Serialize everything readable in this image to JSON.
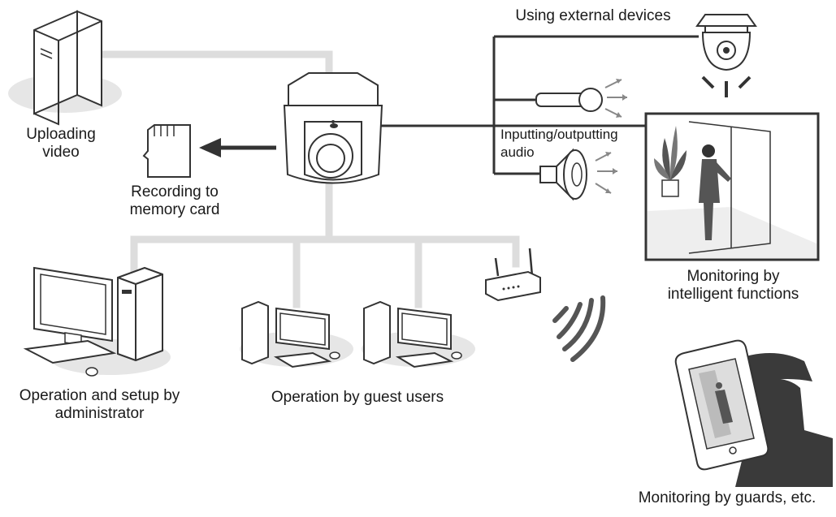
{
  "labels": {
    "uploading_line1": "Uploading",
    "uploading_line2": "video",
    "recording_line1": "Recording to",
    "recording_line2": "memory card",
    "external_devices": "Using external devices",
    "audio_line1": "Inputting/outputting",
    "audio_line2": "audio",
    "intelligent_line1": "Monitoring by",
    "intelligent_line2": "intelligent functions",
    "admin_line1": "Operation and setup by",
    "admin_line2": "administrator",
    "guest_users": "Operation by guest users",
    "guards": "Monitoring by guards, etc."
  },
  "colors": {
    "network_line": "#dddddd",
    "device_line": "#333333",
    "device_outline": "#333333",
    "device_fill": "#ffffff",
    "shadow": "#e6e6e6",
    "dark_fill": "#3a3a3a"
  },
  "icons": [
    "server-icon",
    "sd-card-icon",
    "ptz-camera-icon",
    "dome-camera-icon",
    "microphone-icon",
    "speaker-icon",
    "door-scene-icon",
    "admin-computer-icon",
    "guest-computer-icon",
    "wireless-router-icon",
    "wifi-signal-icon",
    "smartphone-guard-icon"
  ]
}
